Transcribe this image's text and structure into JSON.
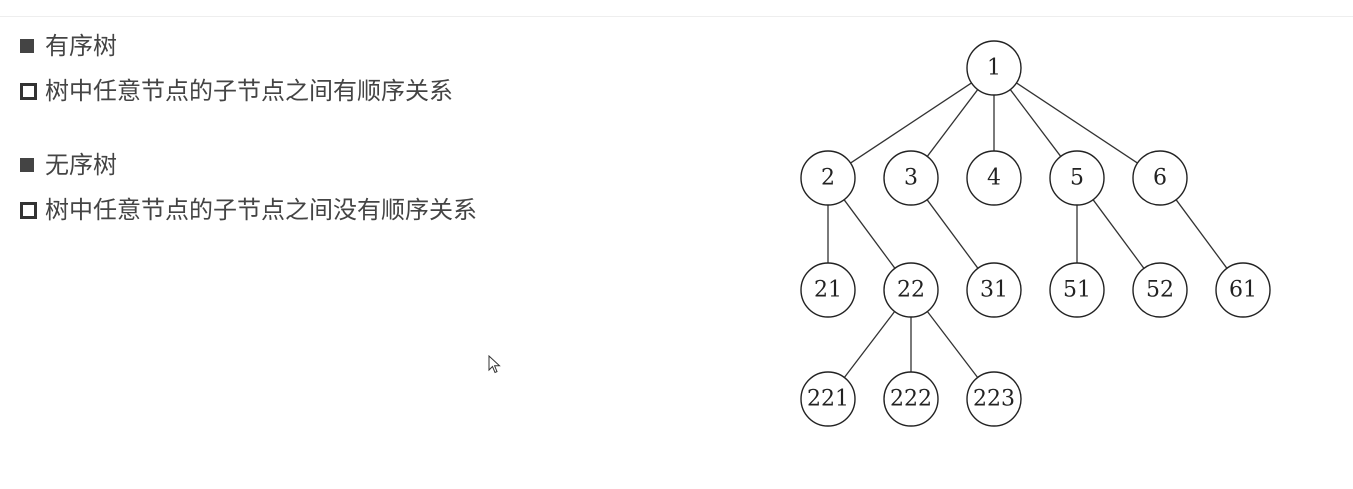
{
  "bullets": {
    "ordered": {
      "heading": "有序树",
      "description": "树中任意节点的子节点之间有顺序关系"
    },
    "unordered": {
      "heading": "无序树",
      "description": "树中任意节点的子节点之间没有顺序关系"
    }
  },
  "tree": {
    "nodes": [
      {
        "id": "1",
        "label": "1",
        "level": 0,
        "col": 2
      },
      {
        "id": "2",
        "label": "2",
        "level": 1,
        "col": 0
      },
      {
        "id": "3",
        "label": "3",
        "level": 1,
        "col": 1
      },
      {
        "id": "4",
        "label": "4",
        "level": 1,
        "col": 2
      },
      {
        "id": "5",
        "label": "5",
        "level": 1,
        "col": 3
      },
      {
        "id": "6",
        "label": "6",
        "level": 1,
        "col": 4
      },
      {
        "id": "21",
        "label": "21",
        "level": 2,
        "col": 0
      },
      {
        "id": "22",
        "label": "22",
        "level": 2,
        "col": 1
      },
      {
        "id": "31",
        "label": "31",
        "level": 2,
        "col": 2
      },
      {
        "id": "51",
        "label": "51",
        "level": 2,
        "col": 3
      },
      {
        "id": "52",
        "label": "52",
        "level": 2,
        "col": 4
      },
      {
        "id": "61",
        "label": "61",
        "level": 2,
        "col": 5
      },
      {
        "id": "221",
        "label": "221",
        "level": 3,
        "col": 0
      },
      {
        "id": "222",
        "label": "222",
        "level": 3,
        "col": 1
      },
      {
        "id": "223",
        "label": "223",
        "level": 3,
        "col": 2
      }
    ],
    "edges": [
      [
        "1",
        "2"
      ],
      [
        "1",
        "3"
      ],
      [
        "1",
        "4"
      ],
      [
        "1",
        "5"
      ],
      [
        "1",
        "6"
      ],
      [
        "2",
        "21"
      ],
      [
        "2",
        "22"
      ],
      [
        "3",
        "31"
      ],
      [
        "5",
        "51"
      ],
      [
        "5",
        "52"
      ],
      [
        "6",
        "61"
      ],
      [
        "22",
        "221"
      ],
      [
        "22",
        "222"
      ],
      [
        "22",
        "223"
      ]
    ]
  }
}
